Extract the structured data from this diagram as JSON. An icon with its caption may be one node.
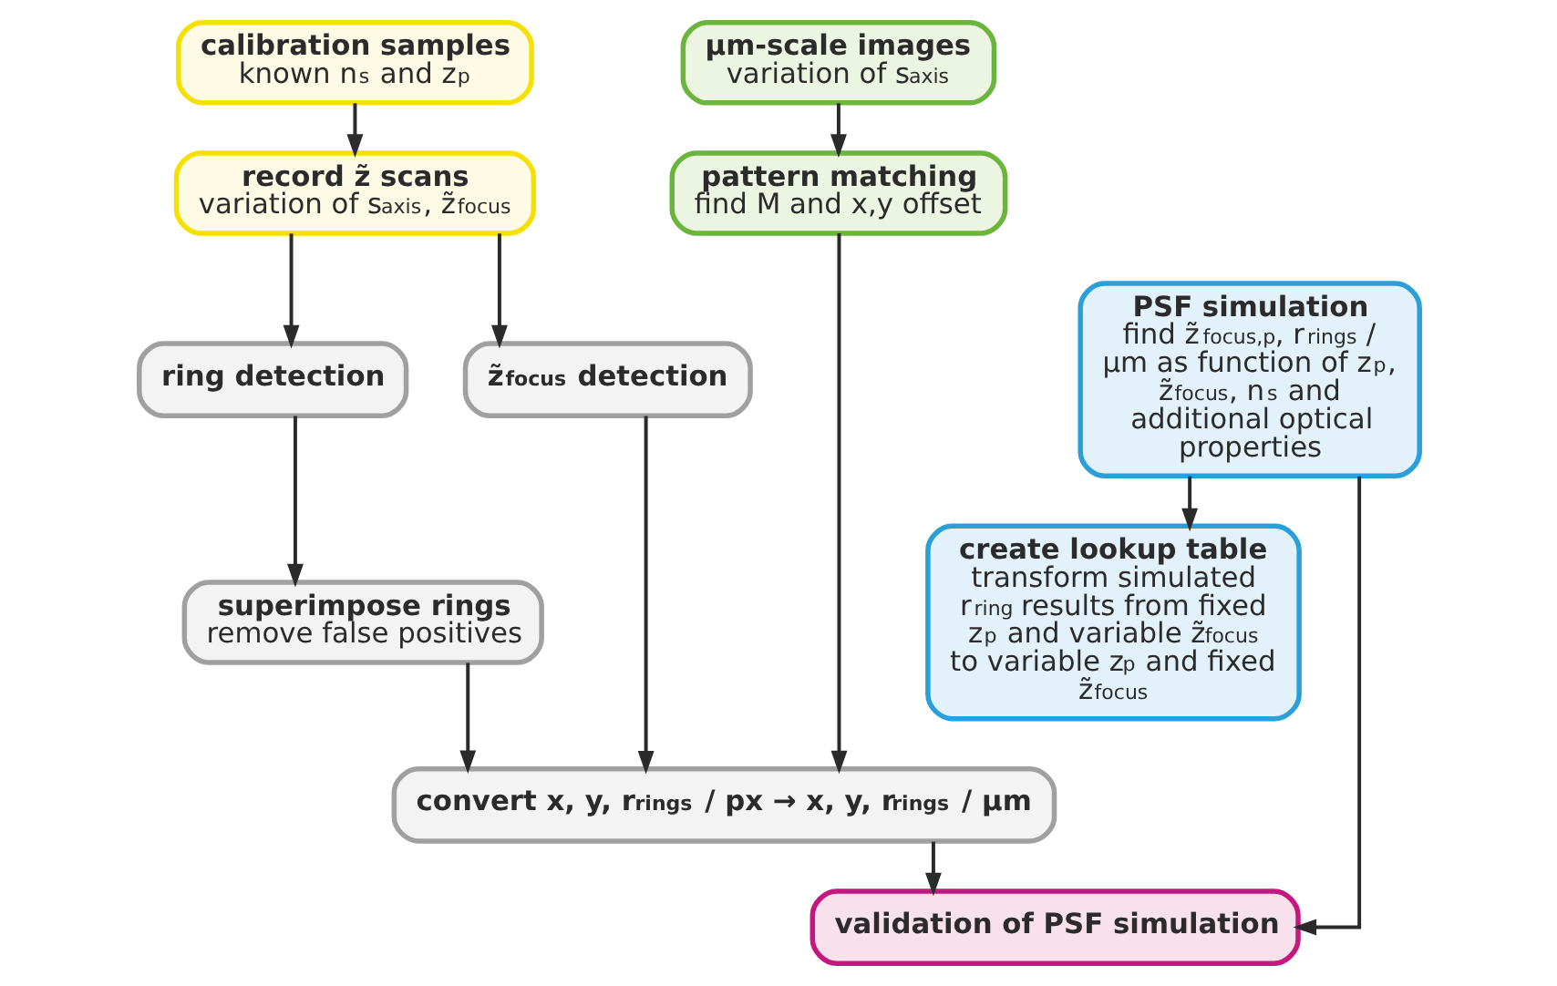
{
  "diagram": {
    "nodes": [
      {
        "text": [
          "calibration samples",
          "known n$_{s}$ and z$_{p}$"
        ]
      },
      {
        "text": [
          "µm-scale images",
          "variation of s$_{axis}$"
        ]
      },
      {
        "text": [
          "record z̃ scans",
          "variation of s$_{axis}$, z̃$_{focus}$"
        ]
      },
      {
        "text": [
          "pattern matching",
          "find M and x,y offset"
        ]
      },
      {
        "text": [
          "ring detection"
        ]
      },
      {
        "text": [
          "z̃$_{focus}$ detection"
        ]
      },
      {
        "text": [
          "superimpose rings",
          "remove false positives"
        ]
      },
      {
        "text": [
          "PSF simulation",
          "find z̃$_{focus,p}$, r$_{rings}$ / µm as function of z$_{p}$, z̃$_{focus}$, n$_{s}$ and additional optical properties"
        ]
      },
      {
        "text": [
          "convert x, y, r$_{rings}$ / px → x, y, r$_{rings}$ / µm"
        ]
      },
      {
        "text": [
          "create lookup table",
          "transform simulated r$_{ring}$ results from fixed z$_{p}$ and variable z̃$_{focus}$ to variable z$_{p}$ and fixed z̃$_{focus}$"
        ]
      },
      {
        "text": [
          "validation of PSF simulation"
        ]
      }
    ],
    "edges": [
      {
        "from": 0,
        "to": 2,
        "arrow": "to"
      },
      {
        "from": 1,
        "to": 3,
        "arrow": "to"
      },
      {
        "from": 2,
        "to": 4,
        "arrow": "to"
      },
      {
        "from": 2,
        "to": 5,
        "arrow": "to"
      },
      {
        "from": 4,
        "to": 6,
        "arrow": "to"
      },
      {
        "from": 6,
        "to": 8,
        "arrow": "to"
      },
      {
        "from": 5,
        "to": 8,
        "arrow": "to"
      },
      {
        "from": 3,
        "to": 8,
        "arrow": "to"
      },
      {
        "from": 7,
        "to": 9,
        "arrow": "to"
      },
      {
        "from": 8,
        "to": 10,
        "arrow": "to"
      },
      {
        "from": 7,
        "to": 10,
        "arrow": "to"
      }
    ]
  }
}
